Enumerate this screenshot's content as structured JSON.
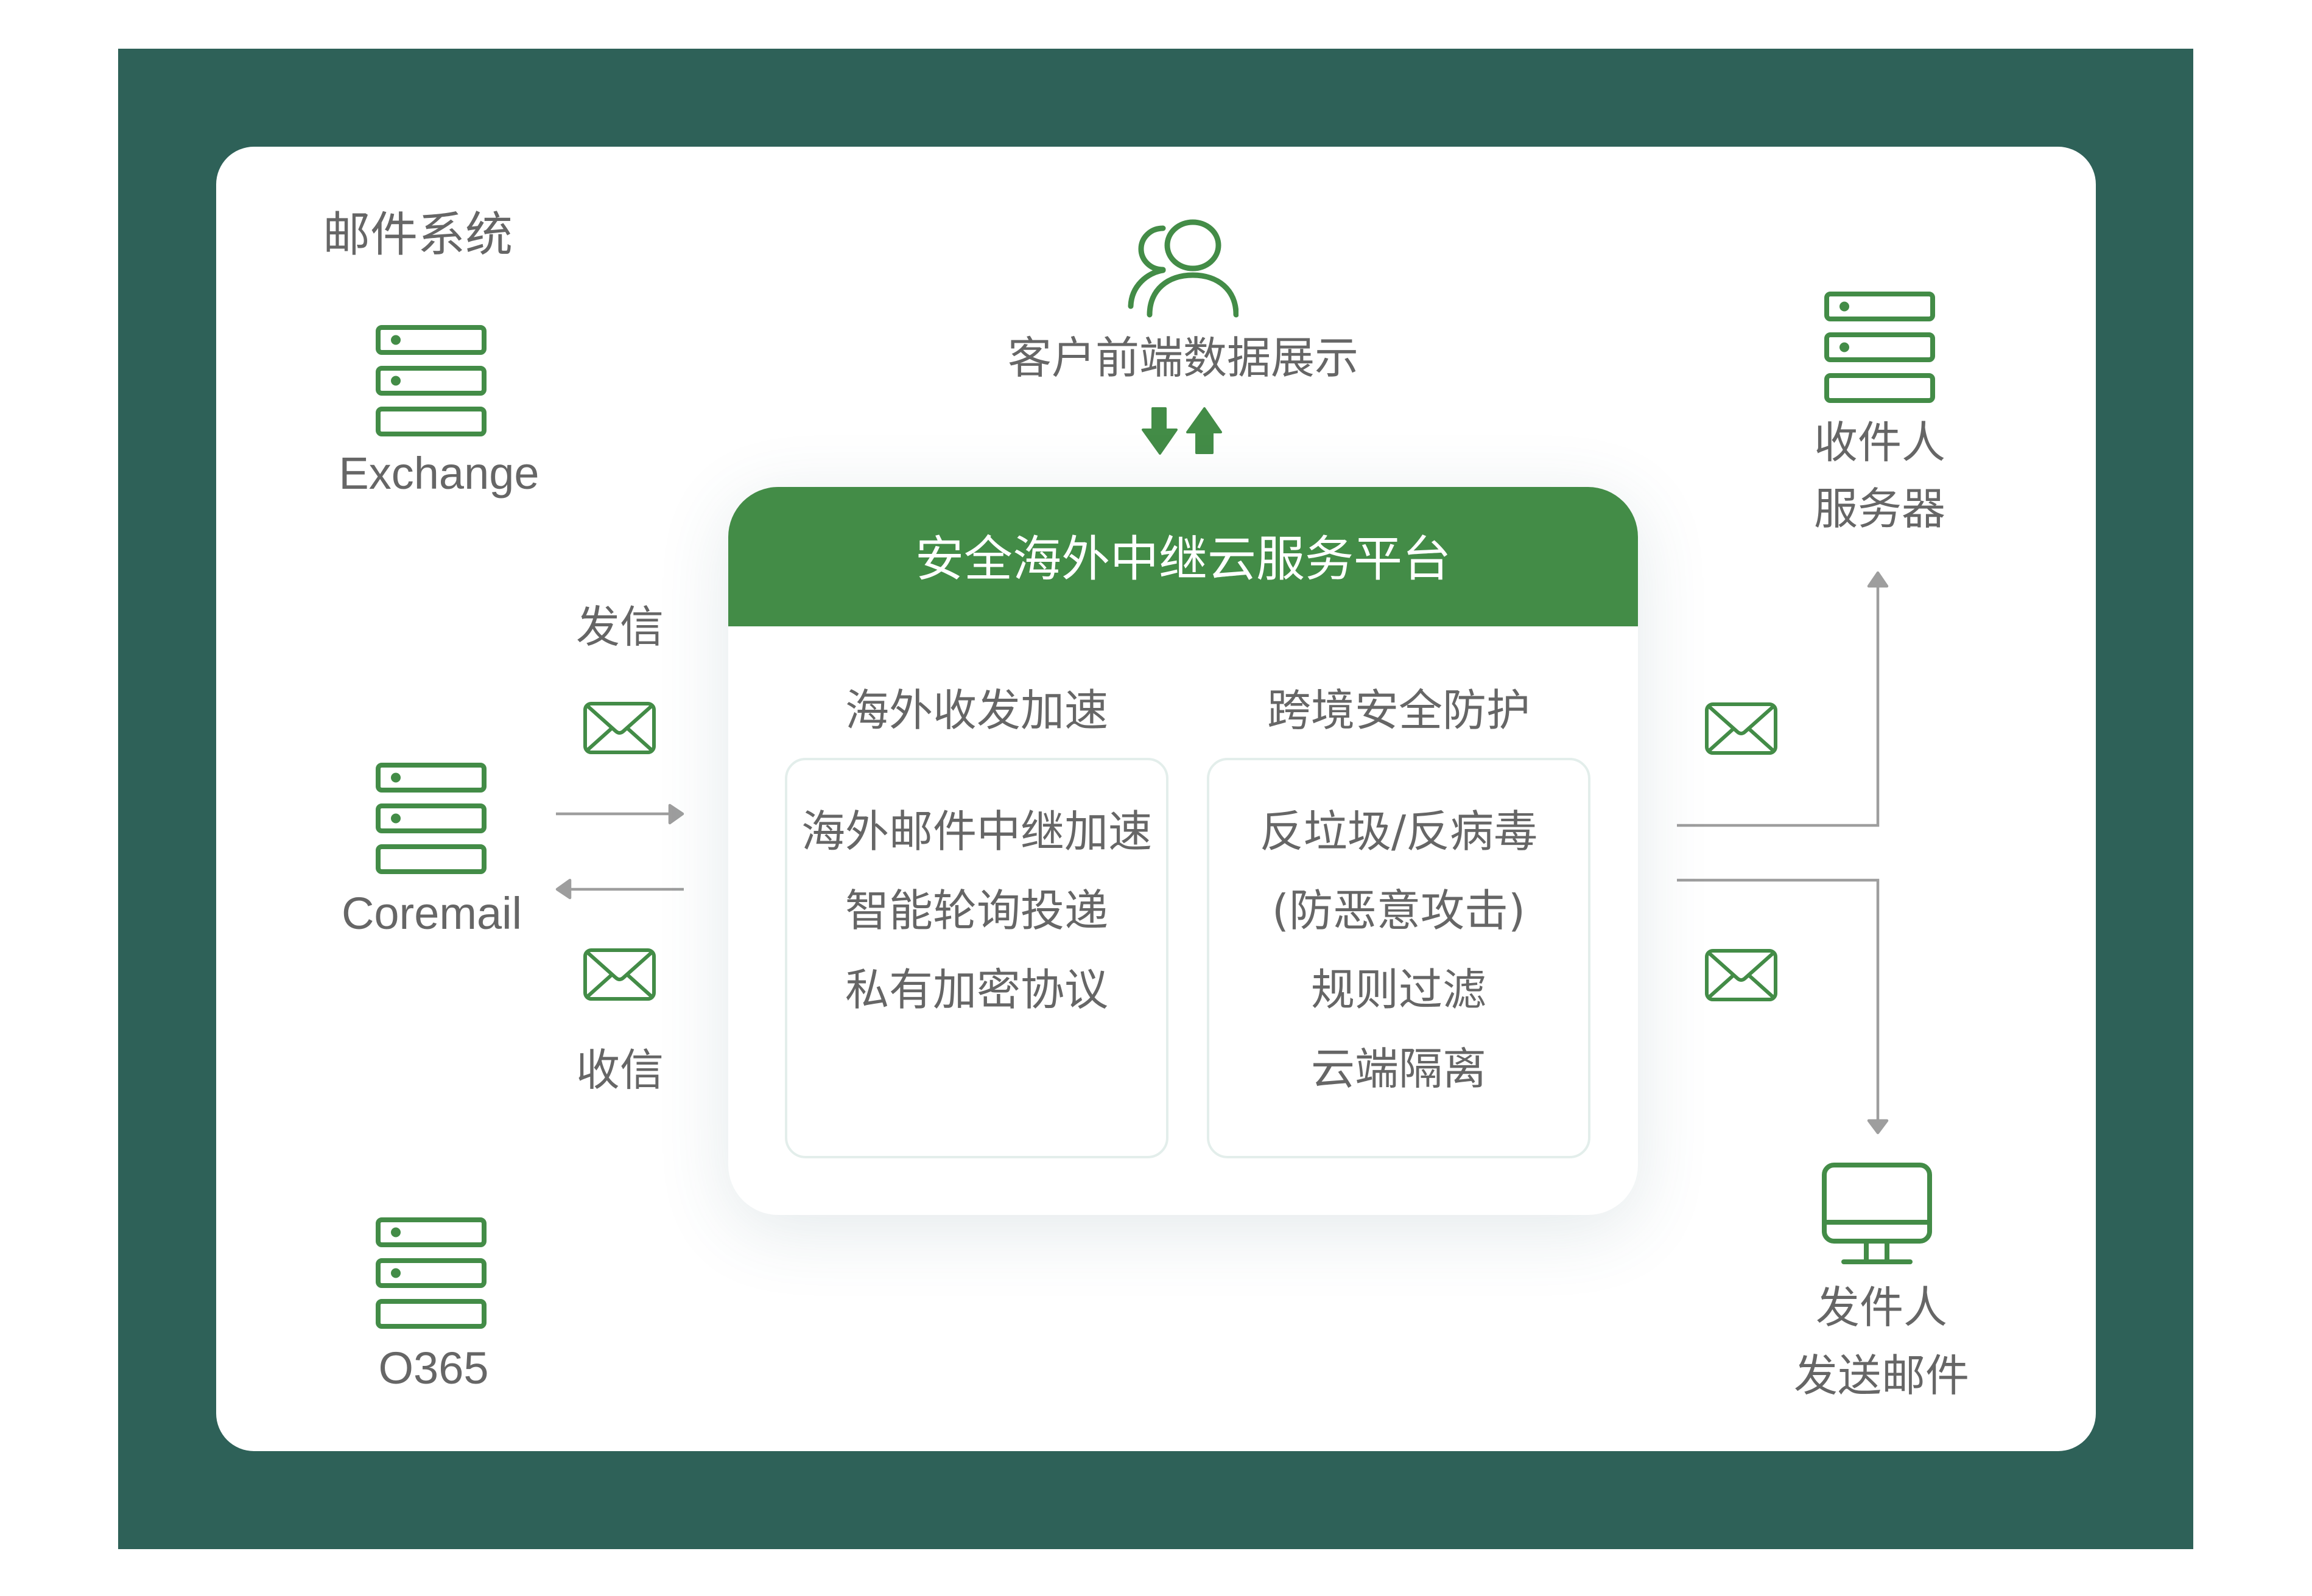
{
  "colors": {
    "frame": "#2e6158",
    "panel": "#ffffff",
    "accent": "#438c47",
    "text": "#666666",
    "connector": "#9e9e9e",
    "box_border": "#e3eeeb"
  },
  "mail_systems": {
    "title": "邮件系统",
    "items": [
      {
        "label": "Exchange",
        "icon": "server-icon"
      },
      {
        "label": "Coremail",
        "icon": "server-icon"
      },
      {
        "label": "O365",
        "icon": "server-icon"
      }
    ]
  },
  "client_flows": {
    "send_label": "发信",
    "receive_label": "收信",
    "send_icon": "envelope-icon",
    "receive_icon": "envelope-icon",
    "send_arrow": "arrow-right",
    "receive_arrow": "arrow-left"
  },
  "client_frontend": {
    "label": "客户前端数据展示",
    "icon": "users-icon",
    "sync_icon": "up-down-arrows-icon"
  },
  "platform": {
    "title": "安全海外中继云服务平台",
    "columns": [
      {
        "heading": "海外收发加速",
        "items": [
          "海外邮件中继加速",
          "智能轮询投递",
          "私有加密协议"
        ]
      },
      {
        "heading": "跨境安全防护",
        "items": [
          "反垃圾/反病毒",
          "(防恶意攻击)",
          "规则过滤",
          "云端隔离"
        ]
      }
    ]
  },
  "outbound": {
    "to_recipient_icon": "envelope-icon",
    "from_sender_icon": "envelope-icon"
  },
  "recipient": {
    "icon": "server-icon",
    "lines": [
      "收件人",
      "服务器"
    ]
  },
  "sender": {
    "icon": "monitor-icon",
    "lines": [
      "发件人",
      "发送邮件"
    ]
  }
}
